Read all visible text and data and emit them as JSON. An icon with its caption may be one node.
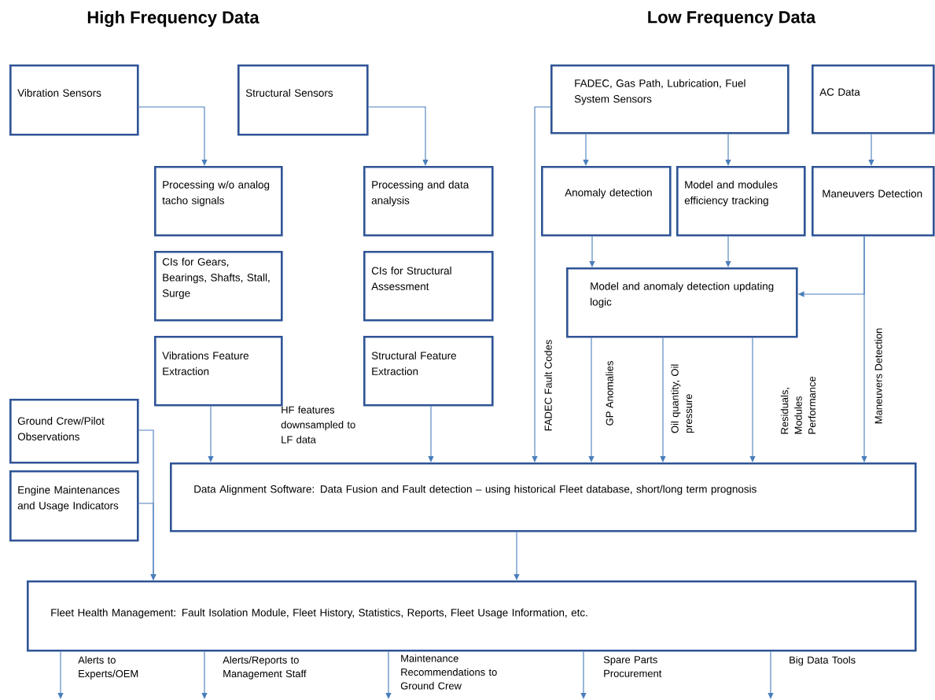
{
  "diagram": {
    "nodes": [
      {
        "text": [
          "Vibration Sensors"
        ]
      },
      {
        "text": [
          "Structural Sensors"
        ]
      },
      {
        "text": [
          "FADEC, Gas Path, Lubrication, Fuel System Sensors"
        ]
      },
      {
        "text": [
          "AC Data"
        ]
      },
      {
        "text": [
          "Processing w/o analog tacho signals"
        ]
      },
      {
        "text": [
          "Processing and data analysis"
        ]
      },
      {
        "text": [
          "Anomaly detection"
        ]
      },
      {
        "text": [
          "Model and modules efficiency tracking"
        ]
      },
      {
        "text": [
          "Maneuvers Detection"
        ]
      },
      {
        "text": [
          "CIs for Gears, Bearings, Shafts, Stall, Surge"
        ]
      },
      {
        "text": [
          "CIs for Structural Assessment"
        ]
      },
      {
        "text": [
          "Model and anomaly detection updating logic"
        ]
      },
      {
        "text": [
          "Vibrations Feature Extraction"
        ]
      },
      {
        "text": [
          "Structural Feature Extraction"
        ]
      },
      {
        "text": [
          "Ground Crew/Pilot Observations"
        ]
      },
      {
        "text": [
          "Engine Maintenances and Usage Indicators"
        ]
      },
      {
        "text": [
          "Data Alignment Software: Data Fusion and Fault detection – using historical Fleet database, short/long term prognosis"
        ]
      },
      {
        "text": [
          "Fleet Health Management:  Fault Isolation Module, Fleet History, Statistics, Reports, Fleet Usage Information, etc."
        ]
      }
    ],
    "edges": [
      {
        "from": 0,
        "to": 4,
        "arrow": "to"
      },
      {
        "from": 1,
        "to": 5,
        "arrow": "to"
      },
      {
        "from": 2,
        "to": 6,
        "arrow": "to"
      },
      {
        "from": 2,
        "to": 7,
        "arrow": "to"
      },
      {
        "from": 3,
        "to": 8,
        "arrow": "to"
      },
      {
        "from": 6,
        "to": 11,
        "arrow": "to"
      },
      {
        "from": 7,
        "to": 11,
        "arrow": "to"
      },
      {
        "from": 8,
        "to": 11,
        "arrow": "to"
      },
      {
        "from": 2,
        "to": 16,
        "arrow": "to",
        "label": "FADEC Fault Codes"
      },
      {
        "from": 11,
        "to": 16,
        "arrow": "to",
        "label": "GP Anomalies"
      },
      {
        "from": 11,
        "to": 16,
        "arrow": "to",
        "label": "Oil quantity, Oil pressure"
      },
      {
        "from": 11,
        "to": 16,
        "arrow": "to",
        "label": "Residuals, Modules Performance"
      },
      {
        "from": 8,
        "to": 16,
        "arrow": "to",
        "label": "Maneuvers Detection"
      },
      {
        "from": 12,
        "to": 16,
        "arrow": "to"
      },
      {
        "from": 13,
        "to": 16,
        "arrow": "to"
      },
      {
        "from": 14,
        "to": 17,
        "arrow": "to"
      },
      {
        "from": 15,
        "to": 17,
        "arrow": "to"
      },
      {
        "from": 16,
        "to": 17,
        "arrow": "to"
      },
      {
        "from": 17,
        "to": null,
        "arrow": "to",
        "label": "Alerts to Experts/OEM"
      },
      {
        "from": 17,
        "to": null,
        "arrow": "to",
        "label": "Alerts/Reports to Management Staff"
      },
      {
        "from": 17,
        "to": null,
        "arrow": "to",
        "label": "Maintenance Recommendations to Ground Crew"
      },
      {
        "from": 17,
        "to": null,
        "arrow": "to",
        "label": "Spare Parts Procurement"
      },
      {
        "from": 17,
        "to": null,
        "arrow": "to",
        "label": "Big Data Tools"
      }
    ],
    "labels": [
      "High Frequency Data",
      "Low Frequency Data",
      "HF features downsampled to LF data"
    ]
  }
}
